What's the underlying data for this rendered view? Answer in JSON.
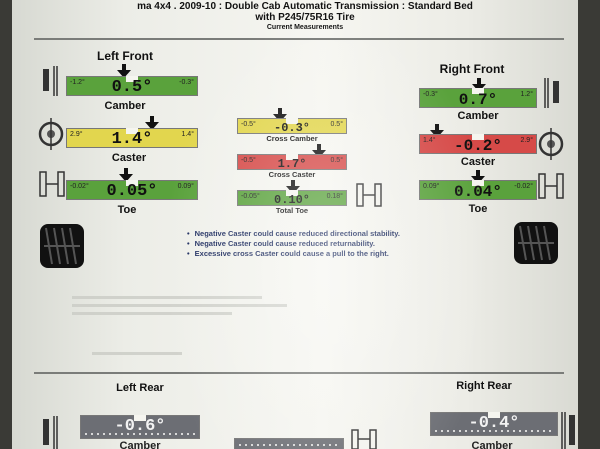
{
  "header": {
    "title_line1": "ma 4x4 . 2009-10 : Double Cab Automatic Transmission : Standard Bed",
    "title_line2": "with P245/75R16 Tire",
    "subtitle": "Current Measurements"
  },
  "left_front": {
    "heading": "Left Front",
    "camber": {
      "label": "Camber",
      "value": "0.5°",
      "min": "-1.2°",
      "max": "-0.3°"
    },
    "caster": {
      "label": "Caster",
      "value": "1.4°",
      "min": "2.9°",
      "max": "1.4°"
    },
    "toe": {
      "label": "Toe",
      "value": "0.05°",
      "min": "-0.02°",
      "max": "0.09°"
    }
  },
  "center": {
    "cross_camber": {
      "label": "Cross Camber",
      "value": "-0.3°",
      "min": "-0.5°",
      "max": "0.5°"
    },
    "cross_caster": {
      "label": "Cross Caster",
      "value": "1.7°",
      "min": "-0.5°",
      "max": "0.5°"
    },
    "total_toe": {
      "label": "Total Toe",
      "value": "0.10°",
      "min": "-0.05°",
      "max": "0.18°"
    }
  },
  "right_front": {
    "heading": "Right Front",
    "camber": {
      "label": "Camber",
      "value": "0.7°",
      "min": "-0.3°",
      "max": "1.2°"
    },
    "caster": {
      "label": "Caster",
      "value": "-0.2°",
      "min": "1.4°",
      "max": "2.9°"
    },
    "toe": {
      "label": "Toe",
      "value": "0.04°",
      "min": "0.09°",
      "max": "-0.02°"
    }
  },
  "notes": [
    "Negative Caster could cause reduced directional stability.",
    "Negative Caster could cause reduced returnability.",
    "Excessive cross Caster could cause a pull to the right."
  ],
  "left_rear": {
    "heading": "Left Rear",
    "value": "-0.6°",
    "label": "Camber"
  },
  "right_rear": {
    "heading": "Right Rear",
    "value": "-0.4°",
    "label": "Camber"
  },
  "colors": {
    "green": "#5aa23c",
    "yellow": "#e2d64e",
    "red": "#d64a48",
    "grey": "#6c6e74"
  }
}
